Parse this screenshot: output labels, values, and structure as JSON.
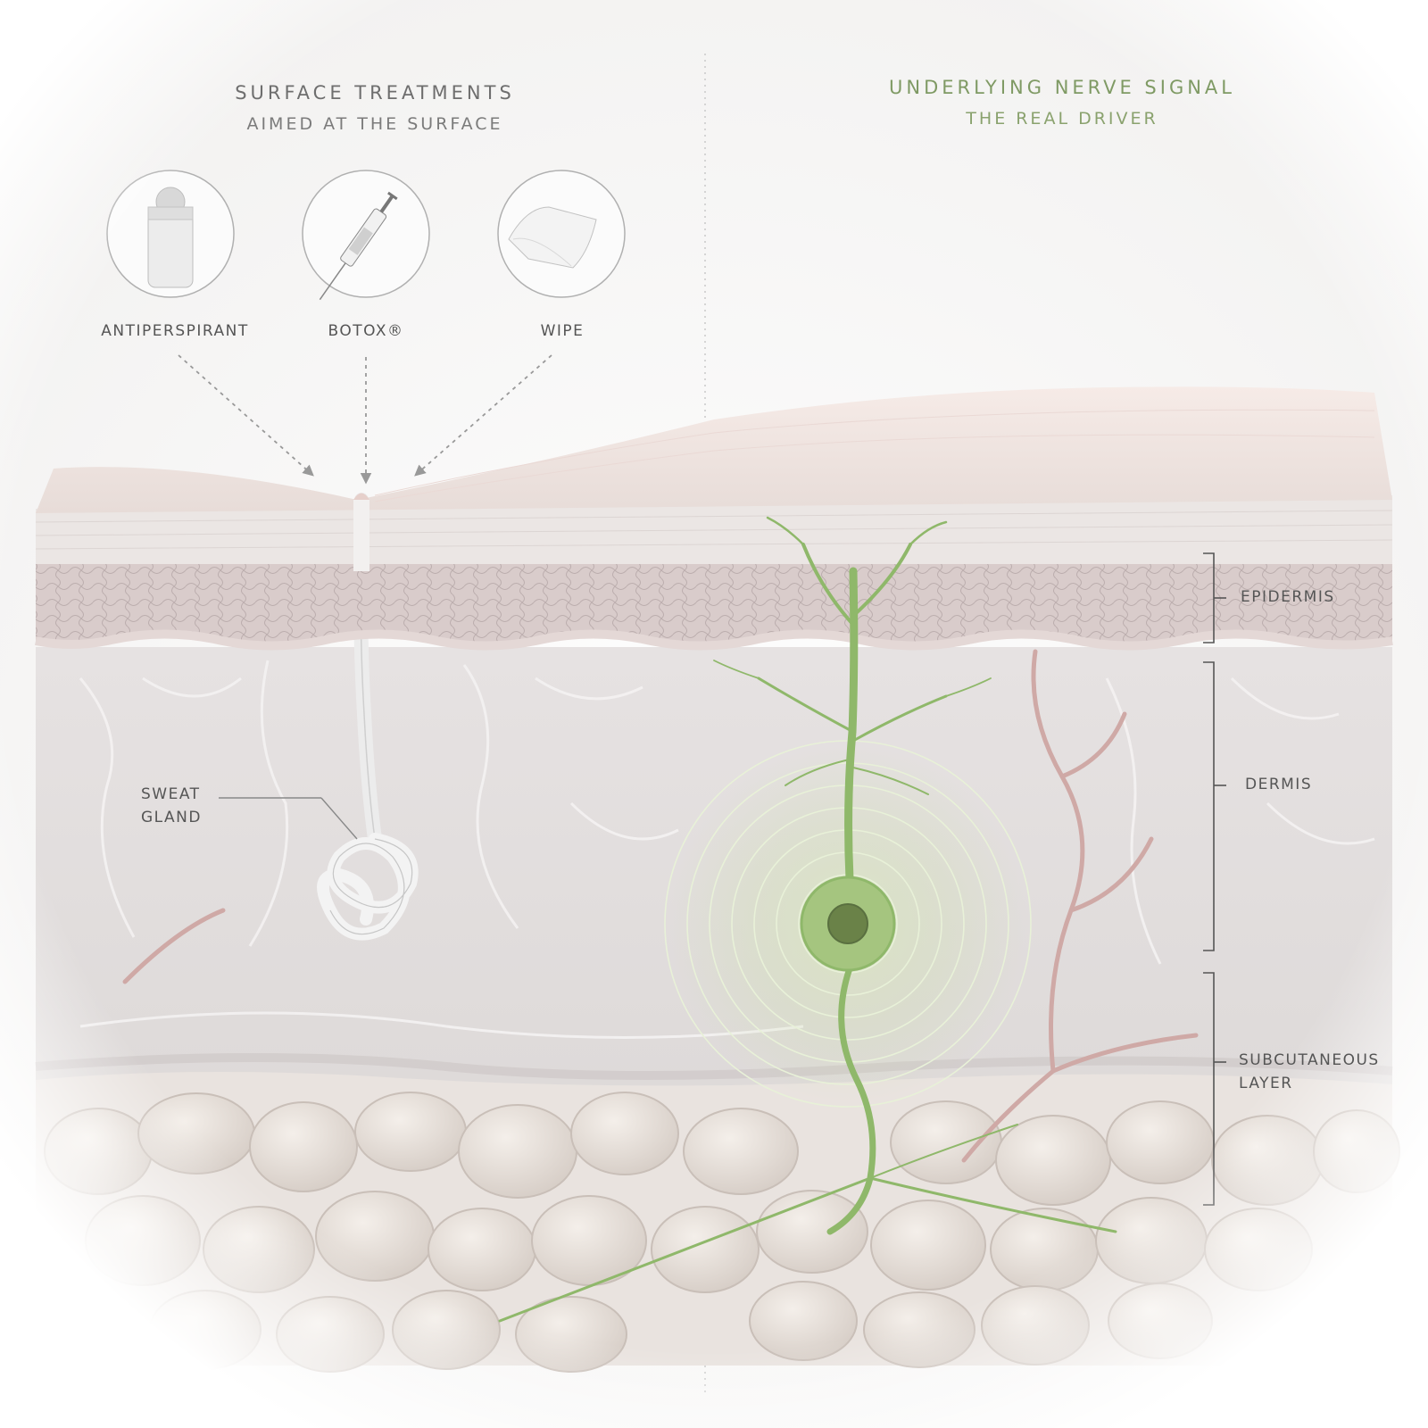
{
  "headers": {
    "left_title": "SURFACE TREATMENTS",
    "left_subtitle": "AIMED AT THE SURFACE",
    "right_title": "UNDERLYING NERVE SIGNAL",
    "right_subtitle": "THE REAL DRIVER"
  },
  "treatments": [
    {
      "label": "ANTIPERSPIRANT",
      "icon": "roll-on-antiperspirant-icon"
    },
    {
      "label": "BOTOX®",
      "icon": "syringe-icon"
    },
    {
      "label": "WIPE",
      "icon": "wipe-icon"
    }
  ],
  "layers": {
    "epidermis": "EPIDERMIS",
    "dermis": "DERMIS",
    "subcutaneous_line1": "SUBCUTANEOUS",
    "subcutaneous_line2": "LAYER"
  },
  "structures": {
    "sweat_gland_line1": "SWEAT",
    "sweat_gland_line2": "GLAND"
  },
  "colors": {
    "nerve_green": "#8fb86a",
    "header_green": "#7f9a64",
    "skin_surface": "#efe3df",
    "vessel_pink": "#c9a3a0"
  }
}
